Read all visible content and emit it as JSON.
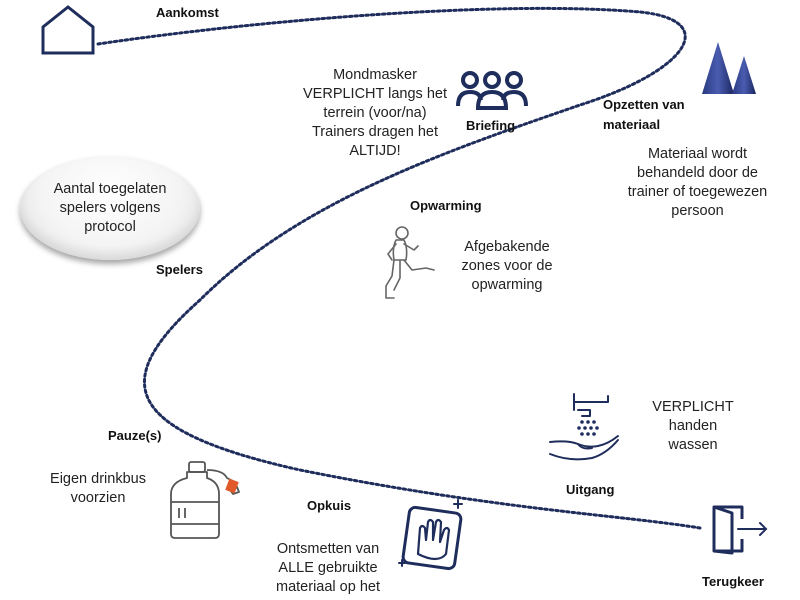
{
  "steps": {
    "aankomst": {
      "label": "Aankomst"
    },
    "briefing": {
      "label": "Briefing",
      "desc": [
        "Mondmasker",
        "VERPLICHT langs het",
        "terrein (voor/na)",
        "Trainers dragen het",
        "ALTIJD!"
      ]
    },
    "opzetten": {
      "label": [
        "Opzetten van",
        "materiaal"
      ],
      "desc": [
        "Materiaal wordt",
        "behandeld door de",
        "trainer of toegewezen",
        "persoon"
      ]
    },
    "spelers": {
      "label": "Spelers",
      "desc": [
        "Aantal toegelaten",
        "spelers volgens",
        "protocol"
      ]
    },
    "opwarming": {
      "label": "Opwarming",
      "desc": [
        "Afgebakende",
        "zones voor de",
        "opwarming"
      ]
    },
    "uitgang": {
      "label": "Uitgang",
      "desc": [
        "VERPLICHT",
        "handen",
        "wassen"
      ]
    },
    "pauze": {
      "label": "Pauze(s)",
      "desc": [
        "Eigen drinkbus",
        "voorzien"
      ]
    },
    "opkuis": {
      "label": "Opkuis",
      "desc": [
        "Ontsmetten van",
        "ALLE gebruikte",
        "materiaal op het"
      ]
    },
    "terugkeer": {
      "label": "Terugkeer"
    }
  },
  "colors": {
    "navy": "#1f2d5c",
    "path": "#1f2d5c"
  },
  "icons": [
    "house-icon",
    "team-icon",
    "cones-icon",
    "runner-icon",
    "handwash-icon",
    "bottle-icon",
    "cleaning-icon",
    "exit-door-icon"
  ]
}
